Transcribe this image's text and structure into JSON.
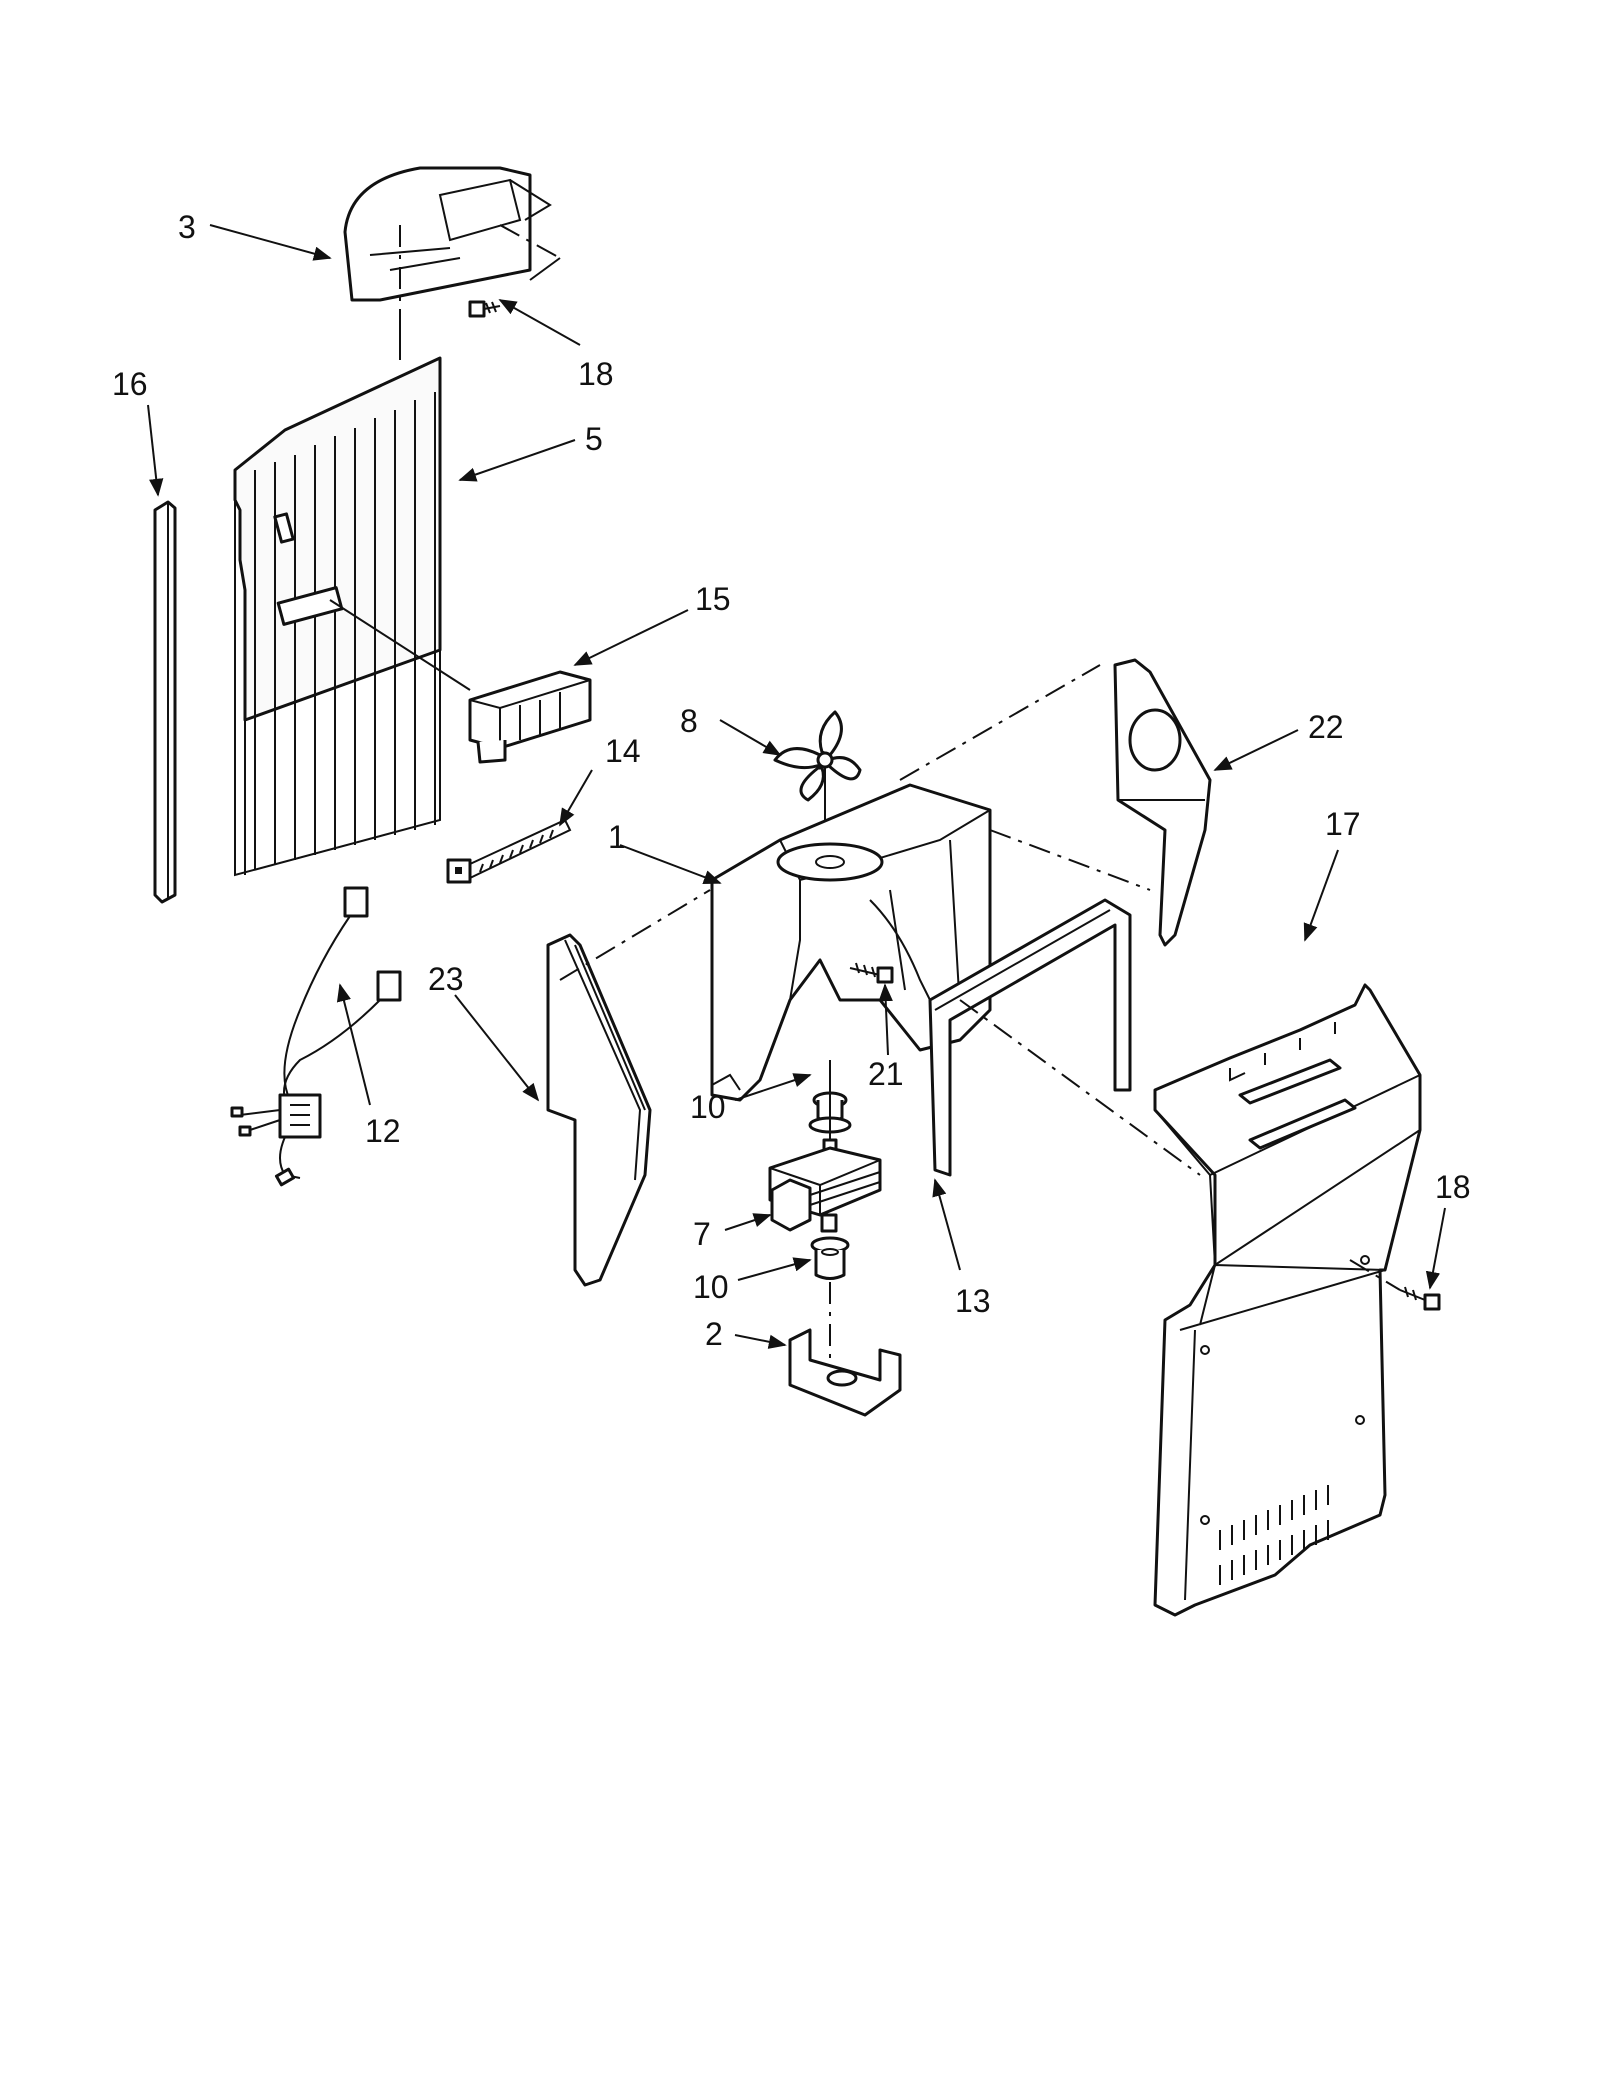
{
  "diagram": {
    "callouts": [
      "3",
      "18",
      "16",
      "5",
      "15",
      "8",
      "14",
      "22",
      "1",
      "17",
      "23",
      "21",
      "12",
      "10",
      "7",
      "10",
      "2",
      "13",
      "18"
    ]
  }
}
